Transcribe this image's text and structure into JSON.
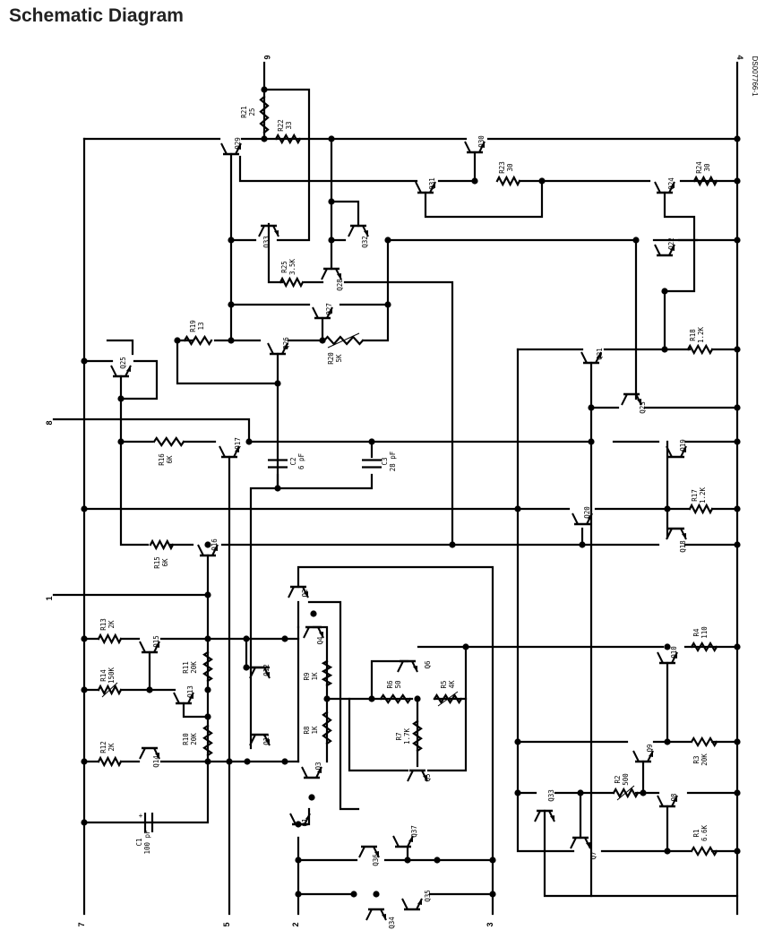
{
  "title": "Schematic Diagram",
  "figure_id": "DS007766-1",
  "pins": [
    {
      "id": "pin-6",
      "label": "6"
    },
    {
      "id": "pin-4",
      "label": "4"
    },
    {
      "id": "pin-8",
      "label": "8"
    },
    {
      "id": "pin-1",
      "label": "1"
    },
    {
      "id": "pin-7",
      "label": "7"
    },
    {
      "id": "pin-5",
      "label": "5"
    },
    {
      "id": "pin-2",
      "label": "2"
    },
    {
      "id": "pin-3",
      "label": "3"
    }
  ],
  "resistors": [
    {
      "ref": "R1",
      "value": "6.6K"
    },
    {
      "ref": "R2",
      "value": "500"
    },
    {
      "ref": "R3",
      "value": "20K"
    },
    {
      "ref": "R4",
      "value": "110"
    },
    {
      "ref": "R5",
      "value": "4K"
    },
    {
      "ref": "R6",
      "value": "50"
    },
    {
      "ref": "R7",
      "value": "1.7K"
    },
    {
      "ref": "R8",
      "value": "1K"
    },
    {
      "ref": "R9",
      "value": "1K"
    },
    {
      "ref": "R10",
      "value": "20K"
    },
    {
      "ref": "R11",
      "value": "20K"
    },
    {
      "ref": "R12",
      "value": "2K"
    },
    {
      "ref": "R13",
      "value": "2K"
    },
    {
      "ref": "R14",
      "value": "150K"
    },
    {
      "ref": "R15",
      "value": "6K"
    },
    {
      "ref": "R16",
      "value": "6K"
    },
    {
      "ref": "R17",
      "value": "1.2K"
    },
    {
      "ref": "R18",
      "value": "1.2K"
    },
    {
      "ref": "R19",
      "value": "13"
    },
    {
      "ref": "R20",
      "value": "5K"
    },
    {
      "ref": "R21",
      "value": "25"
    },
    {
      "ref": "R22",
      "value": "33"
    },
    {
      "ref": "R23",
      "value": "30"
    },
    {
      "ref": "R24",
      "value": "30"
    },
    {
      "ref": "R25",
      "value": "3.5K"
    }
  ],
  "capacitors": [
    {
      "ref": "C1",
      "value": "100 pF"
    },
    {
      "ref": "C2",
      "value": "6 pF"
    },
    {
      "ref": "C3",
      "value": "28 pF"
    }
  ],
  "transistors": [
    "Q1",
    "Q2",
    "Q3",
    "Q4",
    "Q5",
    "Q6",
    "Q7",
    "Q8",
    "Q9",
    "Q10",
    "Q11",
    "Q12",
    "Q13",
    "Q14",
    "Q15",
    "Q16",
    "Q17",
    "Q18",
    "Q19",
    "Q20",
    "Q21",
    "Q22",
    "Q23",
    "Q24",
    "Q25",
    "Q26",
    "Q27",
    "Q28",
    "Q29",
    "Q30",
    "Q31",
    "Q32",
    "Q33",
    "Q34",
    "Q35",
    "Q36",
    "Q37"
  ]
}
